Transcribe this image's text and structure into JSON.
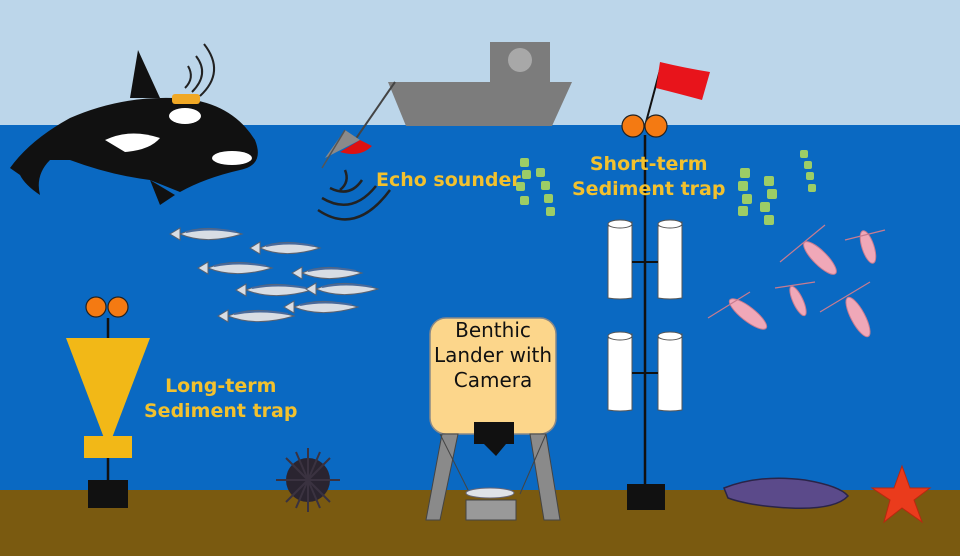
{
  "labels": {
    "echo_sounder": "Echo sounder",
    "short_term_trap_line1": "Short-term",
    "short_term_trap_line2": "Sediment trap",
    "long_term_trap_line1": "Long-term",
    "long_term_trap_line2": "Sediment trap",
    "lander_line1": "Benthic",
    "lander_line2": "Lander with",
    "lander_line3": "Camera"
  },
  "colors": {
    "sky": "#bcd6ea",
    "sea": "#0a69c2",
    "seabed": "#7a5a10",
    "label_yellow": "#f2c12e",
    "buoy_orange": "#f47a12",
    "flag_red": "#e8141b",
    "plankton_green": "#9ccd66",
    "krill_pink": "#f0a8b8"
  },
  "icons": [
    "orca-icon",
    "tag-signal-icon",
    "ship-icon",
    "transducer-icon",
    "fish-school-icon",
    "sea-urchin-icon",
    "sea-cucumber-icon",
    "starfish-icon",
    "flag-icon",
    "buoy-icon"
  ]
}
